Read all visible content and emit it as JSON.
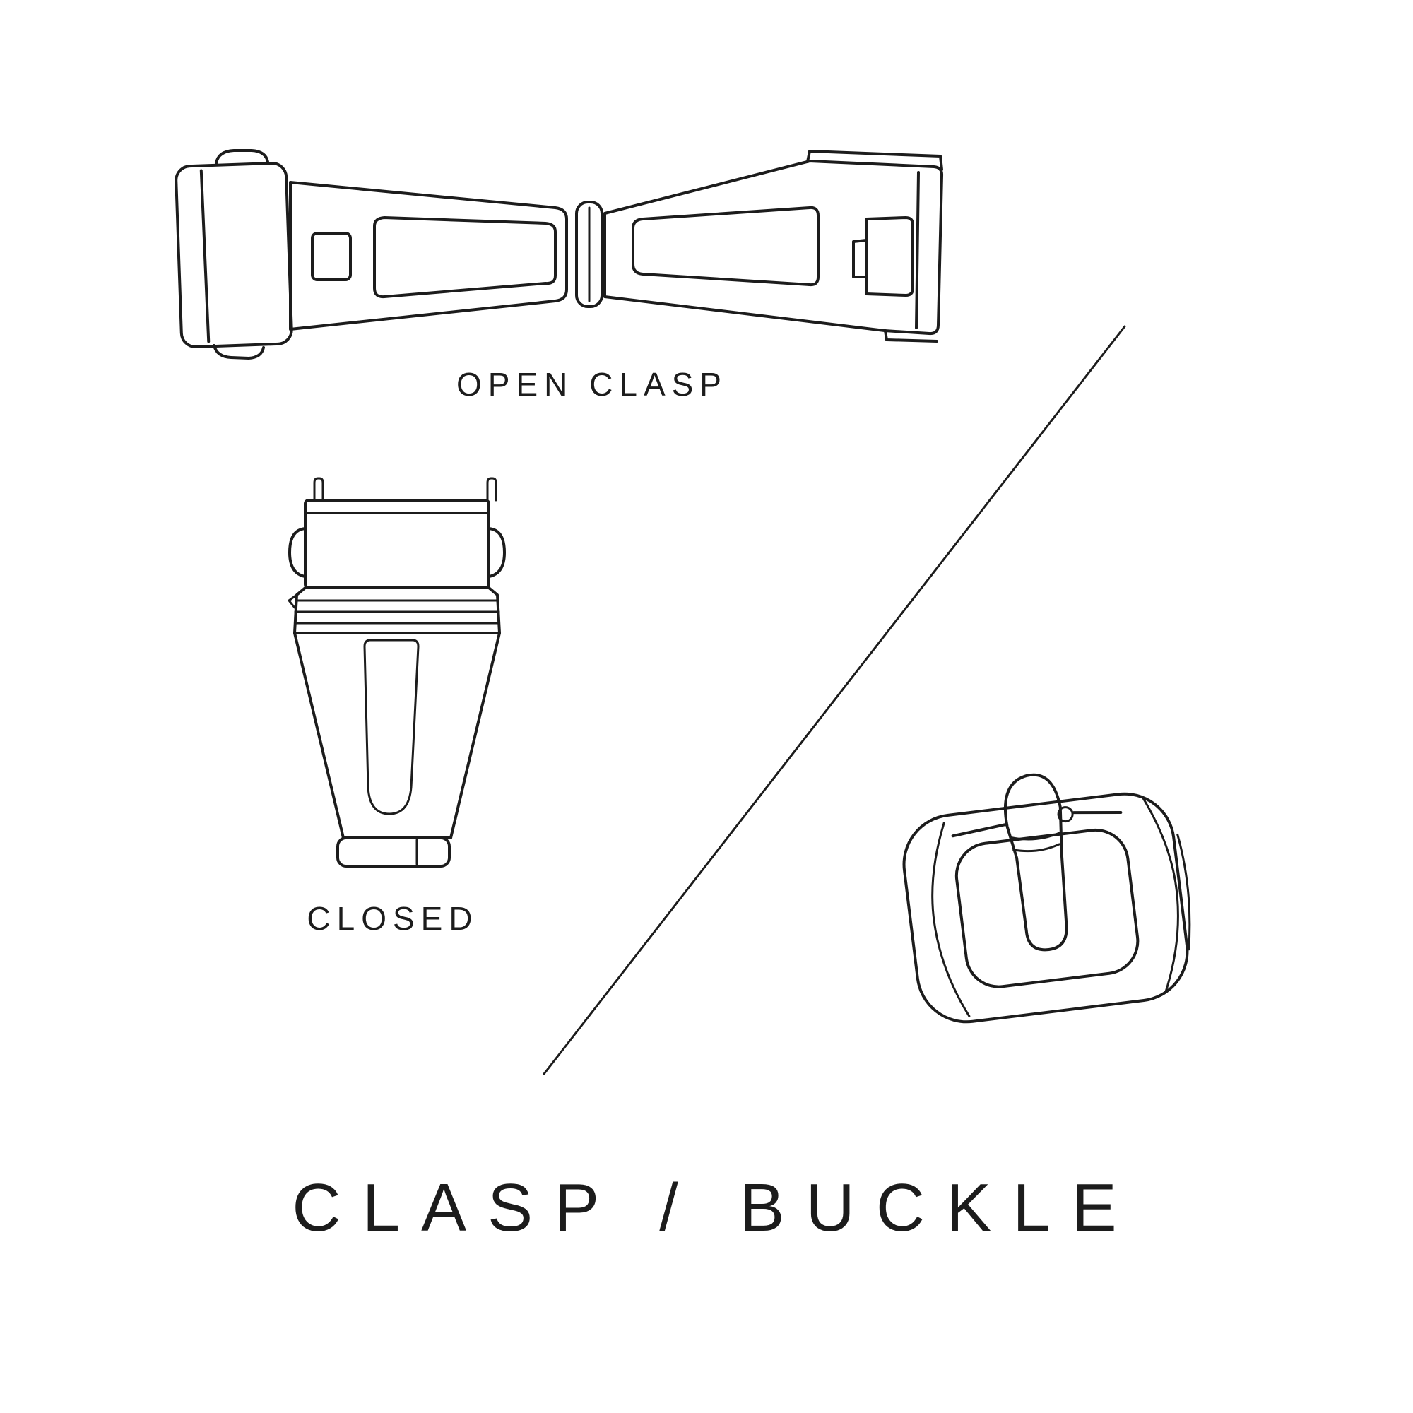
{
  "page": {
    "title": "CLASP / BUCKLE",
    "background_color": "#ffffff",
    "line_color": "#1c1c1c"
  },
  "labels": {
    "open_clasp": "OPEN CLASP",
    "closed": "CLOSED"
  },
  "icons": {
    "open_clasp_illustration": "watch bracelet deployant clasp shown open (top view)",
    "closed_clasp_illustration": "watch bracelet clasp shown closed (top view)",
    "buckle_illustration": "watch strap tang buckle with pin",
    "divider": "diagonal separator line"
  }
}
